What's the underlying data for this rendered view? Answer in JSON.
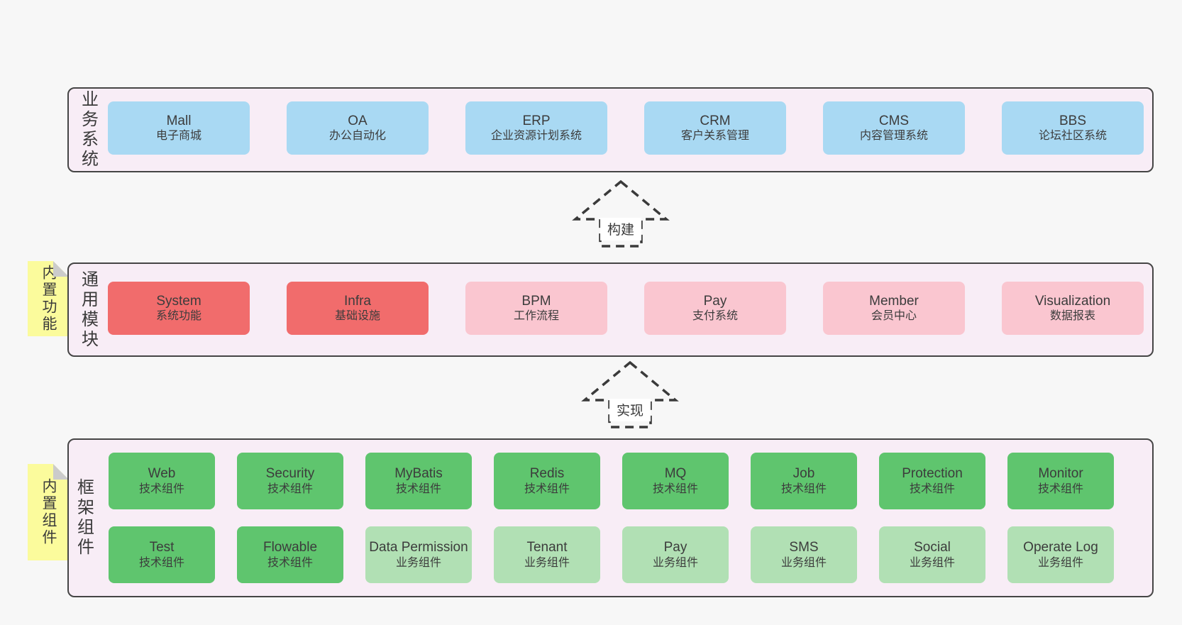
{
  "colors": {
    "page_bg": "#f7f7f7",
    "layer_bg": "#f8edf6",
    "layer_border": "#454545",
    "text": "#3c3c3c",
    "variants": {
      "blue": "#a9d9f3",
      "red": "#f16c6c",
      "pink": "#fac6d0",
      "green": "#5fc56e",
      "lightgreen": "#b1e0b4",
      "note": "#fbfb9c",
      "fold": "#cbcbcb"
    }
  },
  "arrows": [
    {
      "label": "构建"
    },
    {
      "label": "实现"
    }
  ],
  "notes": [
    {
      "label": "内置功能"
    },
    {
      "label": "内置组件"
    }
  ],
  "layers": [
    {
      "side_label": "业务系统",
      "boxes": [
        {
          "name": "Mall",
          "desc": "电子商城",
          "variant": "blue"
        },
        {
          "name": "OA",
          "desc": "办公自动化",
          "variant": "blue"
        },
        {
          "name": "ERP",
          "desc": "企业资源计划系统",
          "variant": "blue"
        },
        {
          "name": "CRM",
          "desc": "客户关系管理",
          "variant": "blue"
        },
        {
          "name": "CMS",
          "desc": "内容管理系统",
          "variant": "blue"
        },
        {
          "name": "BBS",
          "desc": "论坛社区系统",
          "variant": "blue"
        }
      ]
    },
    {
      "side_label": "通用模块",
      "boxes": [
        {
          "name": "System",
          "desc": "系统功能",
          "variant": "red"
        },
        {
          "name": "Infra",
          "desc": "基础设施",
          "variant": "red"
        },
        {
          "name": "BPM",
          "desc": "工作流程",
          "variant": "pink"
        },
        {
          "name": "Pay",
          "desc": "支付系统",
          "variant": "pink"
        },
        {
          "name": "Member",
          "desc": "会员中心",
          "variant": "pink"
        },
        {
          "name": "Visualization",
          "desc": "数据报表",
          "variant": "pink"
        }
      ]
    },
    {
      "side_label": "框架组件",
      "boxes": [
        {
          "name": "Web",
          "desc": "技术组件",
          "variant": "green"
        },
        {
          "name": "Security",
          "desc": "技术组件",
          "variant": "green"
        },
        {
          "name": "MyBatis",
          "desc": "技术组件",
          "variant": "green"
        },
        {
          "name": "Redis",
          "desc": "技术组件",
          "variant": "green"
        },
        {
          "name": "MQ",
          "desc": "技术组件",
          "variant": "green"
        },
        {
          "name": "Job",
          "desc": "技术组件",
          "variant": "green"
        },
        {
          "name": "Protection",
          "desc": "技术组件",
          "variant": "green"
        },
        {
          "name": "Monitor",
          "desc": "技术组件",
          "variant": "green"
        },
        {
          "name": "Test",
          "desc": "技术组件",
          "variant": "green"
        },
        {
          "name": "Flowable",
          "desc": "技术组件",
          "variant": "green"
        },
        {
          "name": "Data Permission",
          "desc": "业务组件",
          "variant": "lightgreen"
        },
        {
          "name": "Tenant",
          "desc": "业务组件",
          "variant": "lightgreen"
        },
        {
          "name": "Pay",
          "desc": "业务组件",
          "variant": "lightgreen"
        },
        {
          "name": "SMS",
          "desc": "业务组件",
          "variant": "lightgreen"
        },
        {
          "name": "Social",
          "desc": "业务组件",
          "variant": "lightgreen"
        },
        {
          "name": "Operate Log",
          "desc": "业务组件",
          "variant": "lightgreen"
        }
      ]
    }
  ]
}
